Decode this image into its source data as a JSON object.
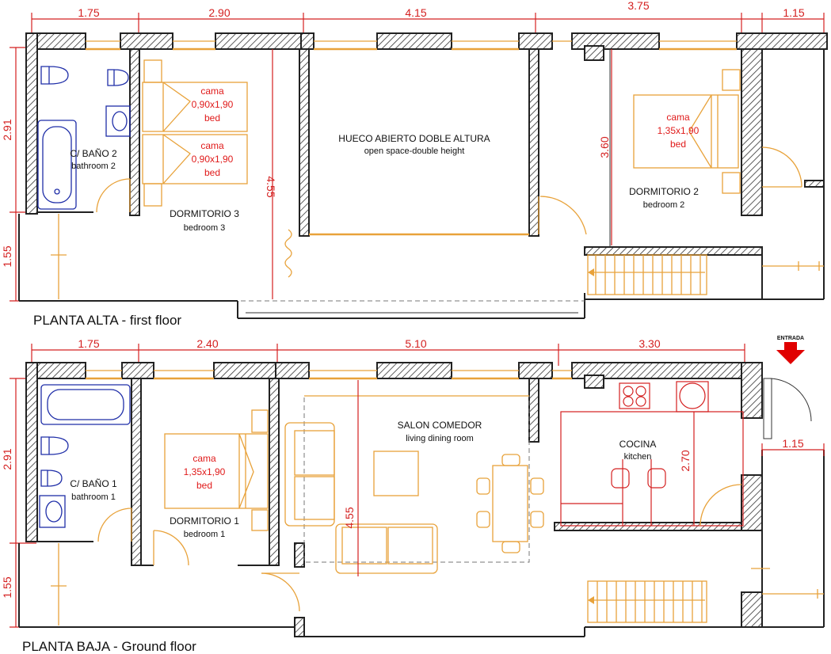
{
  "floors": {
    "upper": {
      "title": "PLANTA ALTA - first floor",
      "dims_top": [
        "1.75",
        "2.90",
        "4.15",
        "3.75",
        "1.15"
      ],
      "dims_left": [
        "2.91",
        "1.55"
      ],
      "dims_inner": [
        "4.55",
        "3.60"
      ],
      "rooms": {
        "bath2": {
          "name": "C/ BAÑO 2",
          "sub": "bathroom 2"
        },
        "bed3": {
          "name": "DORMITORIO 3",
          "sub": "bedroom 3"
        },
        "void": {
          "name": "HUECO ABIERTO DOBLE ALTURA",
          "sub": "open space-double height"
        },
        "bed2": {
          "name": "DORMITORIO 2",
          "sub": "bedroom 2"
        }
      },
      "beds": [
        {
          "l1": "cama",
          "l2": "0,90x1,90",
          "l3": "bed"
        },
        {
          "l1": "cama",
          "l2": "0,90x1,90",
          "l3": "bed"
        },
        {
          "l1": "cama",
          "l2": "1,35x1,90",
          "l3": "bed"
        }
      ]
    },
    "ground": {
      "title": "PLANTA BAJA - Ground floor",
      "dims_top": [
        "1.75",
        "2.40",
        "5.10",
        "3.30"
      ],
      "dims_left": [
        "2.91",
        "1.55"
      ],
      "dims_inner": [
        "4.55",
        "2.70",
        "1.15"
      ],
      "entry": "ENTRADA",
      "rooms": {
        "bath1": {
          "name": "C/ BAÑO 1",
          "sub": "bathroom 1"
        },
        "bed1": {
          "name": "DORMITORIO 1",
          "sub": "bedroom 1"
        },
        "living": {
          "name": "SALON COMEDOR",
          "sub": "living dining room"
        },
        "kitchen": {
          "name": "COCINA",
          "sub": "kitchen"
        }
      },
      "beds": [
        {
          "l1": "cama",
          "l2": "1,35x1,90",
          "l3": "bed"
        }
      ]
    }
  },
  "colors": {
    "walls": "#222222",
    "dimensions": "#d42020",
    "furniture": "#e8a23a",
    "sanitary": "#1f2ea8",
    "entry_arrow": "#e00000"
  }
}
